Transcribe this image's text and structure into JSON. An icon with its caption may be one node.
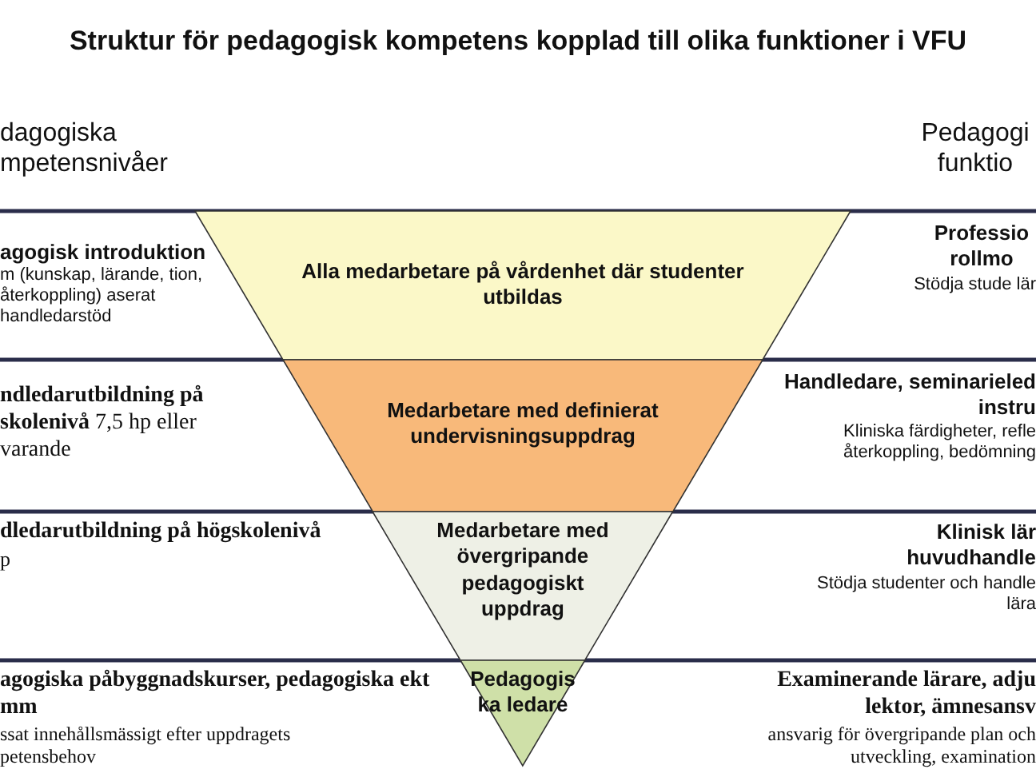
{
  "diagram": {
    "title": "Struktur för pedagogisk kompetens kopplad till olika funktioner i VFU",
    "nodes": [
      {
        "text": [
          "Alla medarbetare på vårdenhet där studenter utbildas"
        ]
      },
      {
        "text": [
          "Medarbetare med definierat undervisningsuppdrag"
        ]
      },
      {
        "text": [
          "Medarbetare med övergripande pedagogiskt uppdrag"
        ]
      },
      {
        "text": [
          "Pedagogis ka ledare"
        ]
      }
    ],
    "edges": [],
    "labels": [
      "dagogiska mpetensnivåer",
      "Pedagogi funktio",
      "agogisk introduktion",
      "m (kunskap, lärande, tion, återkoppling) aserat handledarstöd",
      "Professio rollmo",
      "Stödja stude lär",
      "**ndledarutbildning på skolenivå** 7,5 hp eller varande",
      "Handledare, seminarieled instru",
      "Kliniska färdigheter, refle återkoppling, bedömning",
      "dledarutbildning på högskolenivå",
      "p",
      "Klinisk lär huvudhandle",
      "Stödja studenter och handle lära",
      "agogiska påbyggnadskurser, pedagogiska ekt mm",
      "ssat innehållsmässigt efter uppdragets petensbehov",
      "Examinerande lärare, adju lektor, ämnesansv",
      "ansvarig för övergripande plan och utveckling, examination"
    ]
  }
}
